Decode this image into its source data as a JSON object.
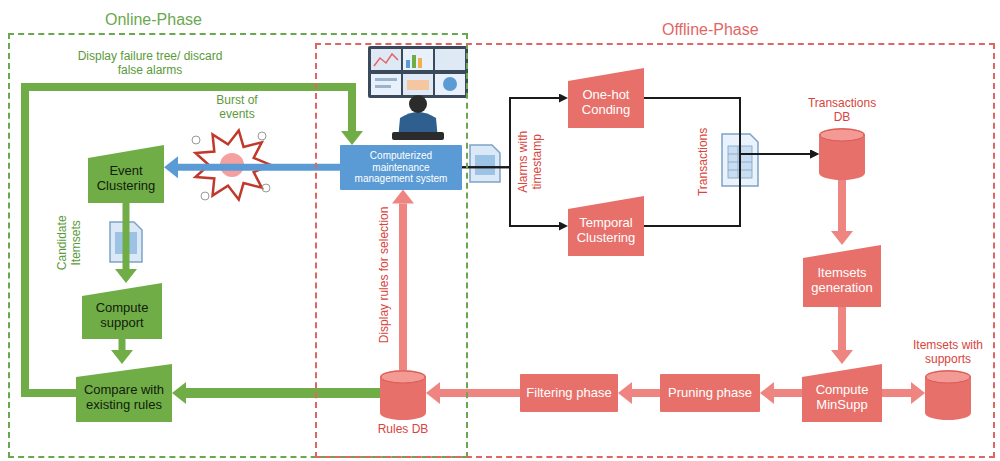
{
  "diagram": {
    "nodes": [
      {
        "text": [
          "Online-Phase"
        ]
      },
      {
        "text": [
          "Offline-Phase"
        ]
      },
      {
        "text": [
          "Event Clustering"
        ],
        "in": 0
      },
      {
        "text": [
          "Compute support"
        ],
        "in": 0
      },
      {
        "text": [
          "Compare with existing rules"
        ],
        "in": 0
      },
      {
        "text": [
          "Computerized maintenance management system"
        ],
        "in": 1
      },
      {
        "text": [
          "One-hot Conding"
        ],
        "in": 1
      },
      {
        "text": [
          "Temporal Clustering"
        ],
        "in": 1
      },
      {
        "text": [
          "Transactions DB"
        ],
        "in": 1
      },
      {
        "text": [
          "Itemsets generation"
        ],
        "in": 1
      },
      {
        "text": [
          "Compute MinSupp"
        ],
        "in": 1
      },
      {
        "text": [
          "Itemsets with supports"
        ],
        "in": 1
      },
      {
        "text": [
          "Pruning phase"
        ],
        "in": 1
      },
      {
        "text": [
          "Filtering phase"
        ],
        "in": 1
      },
      {
        "text": [
          "Rules DB"
        ],
        "in": 1
      }
    ],
    "edges": [
      {
        "from": 2,
        "to": 3,
        "arrow": "to"
      },
      {
        "from": 3,
        "to": 4,
        "arrow": "to"
      },
      {
        "from": 4,
        "to": 5,
        "label": "Display failure tree/ discard false alarms",
        "arrow": "to"
      },
      {
        "from": 14,
        "to": 4,
        "arrow": "to"
      },
      {
        "from": 14,
        "to": 5,
        "label": "Display rules for selection",
        "arrow": "to"
      },
      {
        "from": 5,
        "to": 6,
        "arrow": "to"
      },
      {
        "from": 5,
        "to": 7,
        "arrow": "to"
      },
      {
        "from": 6,
        "to": 8,
        "arrow": "to"
      },
      {
        "from": 7,
        "to": 8,
        "arrow": "to"
      },
      {
        "from": 8,
        "to": 9,
        "arrow": "to"
      },
      {
        "from": 9,
        "to": 10,
        "arrow": "to"
      },
      {
        "from": 10,
        "to": 11,
        "arrow": "to"
      },
      {
        "from": 10,
        "to": 12,
        "arrow": "to"
      },
      {
        "from": 12,
        "to": 13,
        "arrow": "to"
      },
      {
        "from": 13,
        "to": 14,
        "arrow": "to"
      },
      {
        "from": 5,
        "to": 2,
        "arrow": "to"
      }
    ],
    "labels": [
      "Burst of events",
      "Candidate Itemsets",
      "Alarms with timestamp",
      "Transactions"
    ]
  }
}
